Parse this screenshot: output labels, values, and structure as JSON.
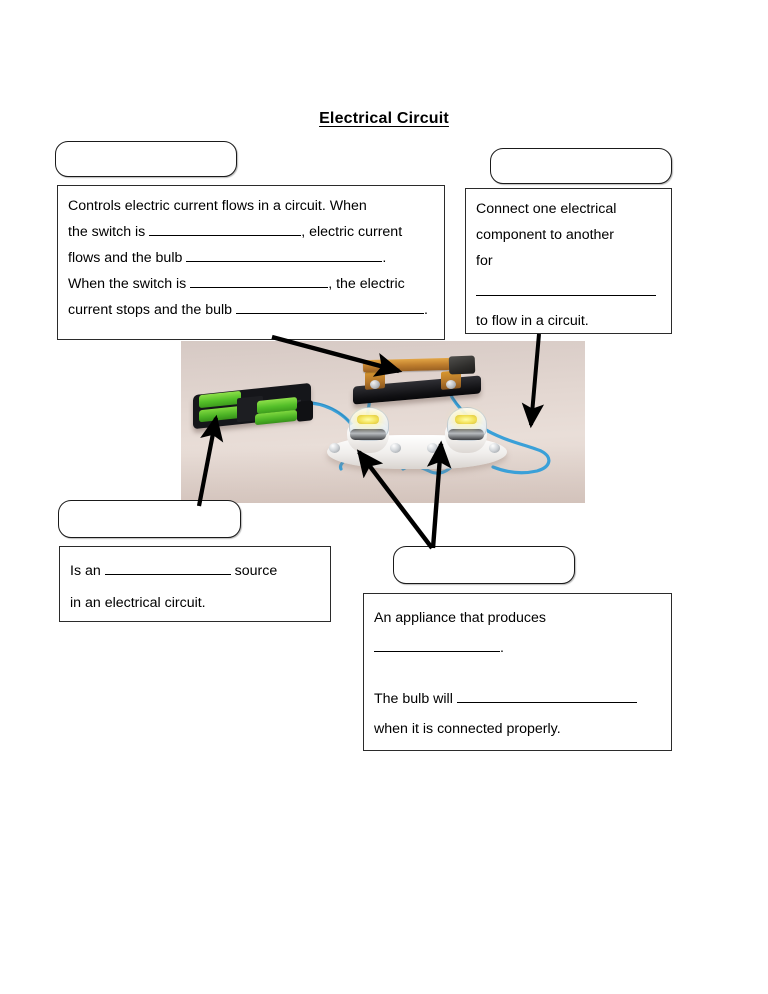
{
  "document": {
    "title": "Electrical Circuit"
  },
  "boxes": {
    "switch": {
      "label_placeholder": "",
      "line1_a": "Controls electric current flows in a circuit. When",
      "line2_a": "the switch is ",
      "line2_b": ", electric current",
      "line3_a": " flows and the bulb ",
      "line3_b": ".",
      "line4_a": "When the switch is ",
      "line4_b": ", the electric",
      "line5_a": "current stops and the bulb ",
      "line5_b": "."
    },
    "wire": {
      "label_placeholder": "",
      "line1": "Connect one electrical",
      "line2": "component to another",
      "line3": "for",
      "line5": "to flow in a circuit."
    },
    "battery": {
      "label_placeholder": "",
      "line1_a": "Is an ",
      "line1_b": " source",
      "line2": "in an electrical circuit."
    },
    "bulb": {
      "label_placeholder": "",
      "line1": "An appliance that produces",
      "line2_b": ".",
      "line4_a": "The bulb will ",
      "line5": "when it is connected properly."
    }
  },
  "photo": {
    "caption": "circuit-photograph",
    "components": [
      "battery-holder",
      "knife-switch",
      "light-bulb-left",
      "light-bulb-right",
      "connecting-wires"
    ],
    "colors": {
      "battery_cell": "#54bf29",
      "switch_copper": "#c07f2e",
      "wire": "#3aa0d8",
      "filament": "#f3e25a",
      "base": "#15161a"
    }
  },
  "arrows": [
    {
      "name": "arrow-to-switch",
      "from": "switch-box",
      "to": "knife-switch"
    },
    {
      "name": "arrow-to-wire",
      "from": "wire-box",
      "to": "connecting-wire"
    },
    {
      "name": "arrow-to-battery",
      "from": "battery-box",
      "to": "battery-holder"
    },
    {
      "name": "arrow-to-bulb-left",
      "from": "bulb-box",
      "to": "light-bulb-left"
    },
    {
      "name": "arrow-to-bulb-right",
      "from": "bulb-box",
      "to": "light-bulb-right"
    }
  ]
}
